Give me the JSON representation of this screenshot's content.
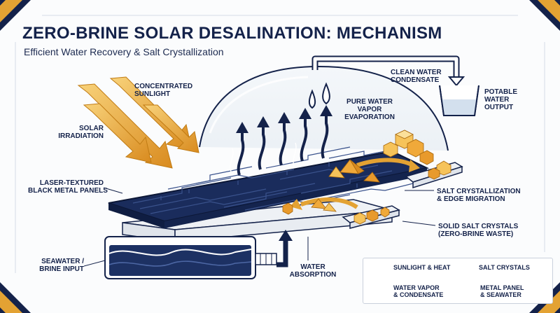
{
  "header": {
    "title": "ZERO-BRINE SOLAR DESALINATION: MECHANISM",
    "subtitle": "Efficient Water Recovery & Salt Crystallization"
  },
  "labels": {
    "concentrated_sunlight": [
      "CONCENTRATED",
      "SUNLIGHT"
    ],
    "solar_irradiation": [
      "SOLAR",
      "IRRADIATION"
    ],
    "laser_panels": [
      "LASER-TEXTURED",
      "BLACK METAL PANELS"
    ],
    "seawater_input": [
      "SEAWATER /",
      "BRINE INPUT"
    ],
    "water_absorption": [
      "WATER",
      "ABSORPTION"
    ],
    "pure_vapor": [
      "PURE WATER",
      "VAPOR",
      "EVAPORATION"
    ],
    "clean_condensate": [
      "CLEAN WATER",
      "CONDENSATE"
    ],
    "potable_output": [
      "POTABLE",
      "WATER",
      "OUTPUT"
    ],
    "salt_crystallization": [
      "SALT CRYSTALLIZATION",
      "& EDGE MIGRATION"
    ],
    "solid_salt": [
      "SOLID SALT CRYSTALS",
      "(ZERO-BRINE WASTE)"
    ]
  },
  "legend": {
    "sunlight_heat": "SUNLIGHT & HEAT",
    "salt_crystals": "SALT CRYSTALS",
    "water_vapor": [
      "WATER VAPOR",
      "& CONDENSATE"
    ],
    "metal_panel": [
      "METAL PANEL",
      "& SEAWATER"
    ]
  },
  "colors": {
    "navy": "#14224a",
    "gold": "#e3a233",
    "gold_light": "#f6c35a",
    "water": "#1d3163",
    "bg": "#fbfcfd"
  }
}
